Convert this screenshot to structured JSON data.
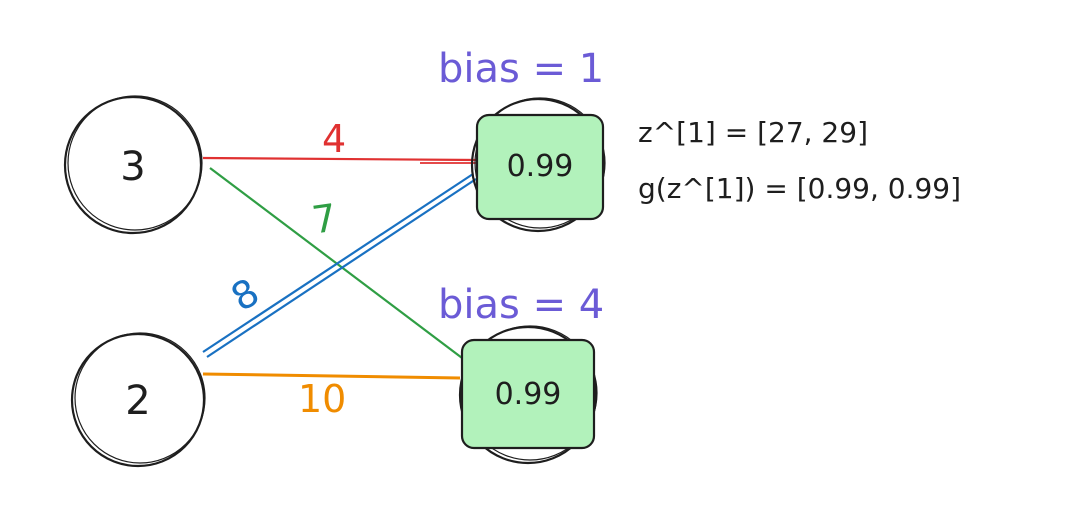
{
  "colors": {
    "weight_w11": "#e03131",
    "weight_w12": "#2f9e44",
    "weight_w21": "#1971c2",
    "weight_w22": "#f08c00",
    "bias": "#6b5bd6",
    "activation_fill": "#b2f2bb",
    "stroke": "#1e1e1e"
  },
  "inputs": [
    {
      "value": "3"
    },
    {
      "value": "2"
    }
  ],
  "hidden": [
    {
      "activation": "0.99",
      "bias_label": "bias = 1"
    },
    {
      "activation": "0.99",
      "bias_label": "bias = 4"
    }
  ],
  "weights": {
    "w11": "4",
    "w12": "7",
    "w21": "8",
    "w22": "10"
  },
  "equations": {
    "z": "z^[1] = [27, 29]",
    "g": "g(z^[1]) = [0.99, 0.99]"
  }
}
